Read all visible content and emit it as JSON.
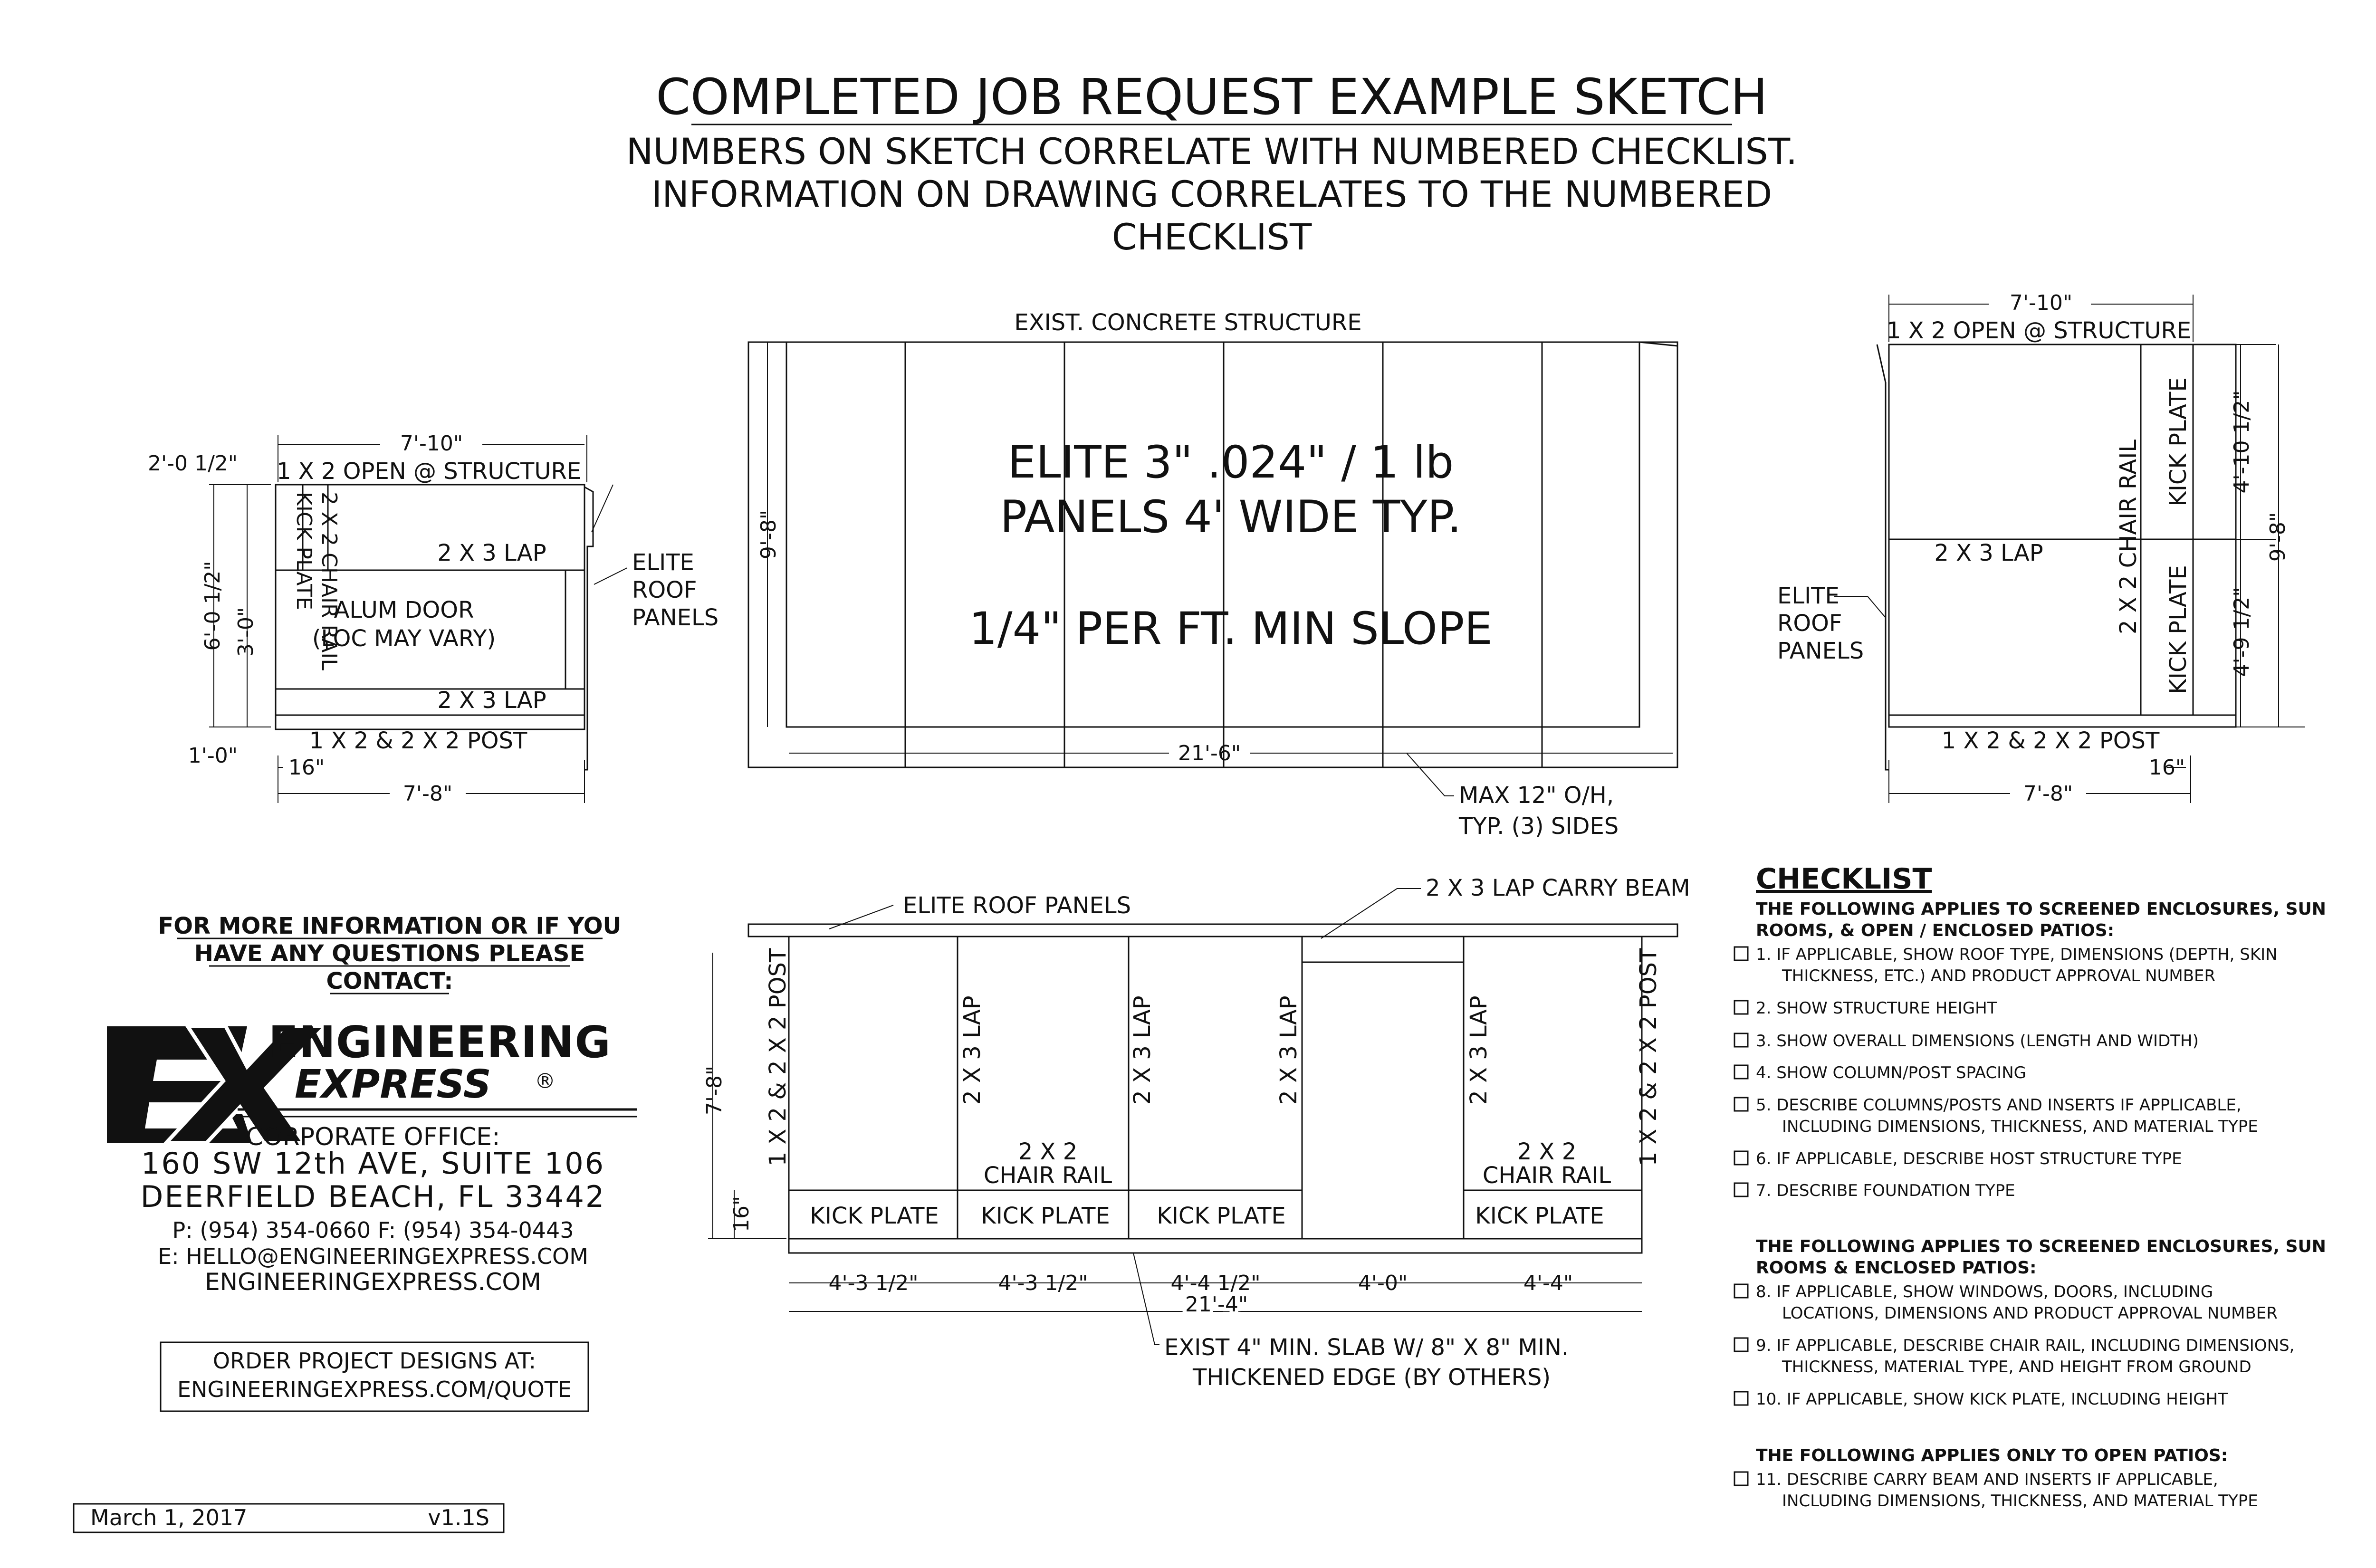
{
  "header": {
    "title": "COMPLETED JOB REQUEST EXAMPLE SKETCH",
    "subtitle_1": "NUMBERS ON SKETCH CORRELATE WITH NUMBERED CHECKLIST.",
    "subtitle_2": "INFORMATION ON DRAWING CORRELATES TO THE NUMBERED",
    "subtitle_3": "CHECKLIST"
  },
  "left_elevation": {
    "dim_top_width": "7'-10\"",
    "open_structure": "1 X 2 OPEN @ STRUCTURE",
    "dim_height_total": "2'-0 1/2\"",
    "dim_6ft": "6'-0 1/2\"",
    "dim_3ft": "3'-0\"",
    "dim_1ft": "1'-0\"",
    "kick_plate": "KICK PLATE",
    "chair_rail": "2 X 2 CHAIR RAIL",
    "lap_upper": "2 X 3 LAP",
    "alum_door": "ALUM DOOR",
    "loc_may_vary": "(LOC MAY VARY)",
    "lap_lower": "2 X 3 LAP",
    "post": "1 X 2 & 2 X 2 POST",
    "dim_16": "16\"",
    "dim_bottom_width": "7'-8\"",
    "elite_roof_1": "ELITE",
    "elite_roof_2": "ROOF",
    "elite_roof_3": "PANELS"
  },
  "plan": {
    "exist_structure": "EXIST.  CONCRETE STRUCTURE",
    "panel_line_1": "ELITE 3\" .024\" / 1 lb",
    "panel_line_2": "PANELS 4' WIDE TYP.",
    "slope": "1/4\" PER FT. MIN SLOPE",
    "dim_depth": "9'-8\"",
    "dim_width": "21'-6\"",
    "max_oh_1": "MAX 12\" O/H,",
    "max_oh_2": "TYP. (3) SIDES"
  },
  "right_elevation": {
    "dim_top_width": "7'-10\"",
    "open_structure": "1 X 2 OPEN @ STRUCTURE",
    "kick_plate_upper": "KICK PLATE",
    "kick_plate_lower": "KICK PLATE",
    "chair_rail": "2 X 2 CHAIR RAIL",
    "lap": "2 X 3 LAP",
    "elite_roof_1": "ELITE",
    "elite_roof_2": "ROOF",
    "elite_roof_3": "PANELS",
    "dim_upper": "4'-10 1/2\"",
    "dim_total": "9'-8\"",
    "dim_lower": "4'-9 1/2\"",
    "post": "1 X 2 & 2 X 2 POST",
    "dim_16": "16\"",
    "dim_bottom_width": "7'-8\""
  },
  "front_elevation": {
    "elite_roof": "ELITE ROOF PANELS",
    "carry_beam": "2 X 3 LAP CARRY BEAM",
    "dim_height": "7'-8\"",
    "dim_16": "16\"",
    "post_left": "1 X 2 & 2 X 2 POST",
    "post_right": "1 X 2 & 2 X 2 POST",
    "lap_labels": [
      "2 X 3 LAP",
      "2 X 3 LAP",
      "2 X 3 LAP",
      "2 X 3 LAP"
    ],
    "chair_rail_top": "2 X 2",
    "chair_rail_bottom": "CHAIR RAIL",
    "kick_plates": [
      "KICK PLATE",
      "KICK PLATE",
      "KICK PLATE",
      "KICK PLATE"
    ],
    "bay_dims": [
      "4'-3 1/2\"",
      "4'-3 1/2\"",
      "4'-4 1/2\"",
      "4'-0\"",
      "4'-4\""
    ],
    "dim_total": "21'-4\"",
    "slab_1": "EXIST 4\" MIN. SLAB W/ 8\" X 8\" MIN.",
    "slab_2": "THICKENED EDGE (BY OTHERS)"
  },
  "contact": {
    "heading_1": "FOR MORE INFORMATION OR IF YOU",
    "heading_2": "HAVE ANY QUESTIONS PLEASE",
    "heading_3": "CONTACT:",
    "logo_mark": "EX",
    "logo_word_1": "ENGINEERING",
    "logo_word_2": "EXPRESS",
    "logo_reg": "®",
    "corp_office": "CORPORATE OFFICE:",
    "address_1": "160 SW 12th AVE, SUITE 106",
    "address_2": "DEERFIELD BEACH, FL 33442",
    "phone": "P: (954) 354-0660   F: (954) 354-0443",
    "email": "E: HELLO@ENGINEERINGEXPRESS.COM",
    "web": "ENGINEERINGEXPRESS.COM",
    "order_1": "ORDER PROJECT DESIGNS AT:",
    "order_2": "ENGINEERINGEXPRESS.COM/QUOTE"
  },
  "footer": {
    "date": "March 1, 2017",
    "version": "v1.1S"
  },
  "checklist": {
    "title": "CHECKLIST",
    "section_1_a": "THE FOLLOWING APPLIES TO SCREENED ENCLOSURES, SUN",
    "section_1_b": "ROOMS, & OPEN / ENCLOSED PATIOS:",
    "item_1_a": "1.  IF APPLICABLE, SHOW ROOF TYPE, DIMENSIONS (DEPTH, SKIN",
    "item_1_b": "THICKNESS, ETC.) AND PRODUCT APPROVAL NUMBER",
    "item_2": "2.  SHOW STRUCTURE HEIGHT",
    "item_3": "3.  SHOW OVERALL DIMENSIONS (LENGTH AND WIDTH)",
    "item_4": "4.  SHOW COLUMN/POST SPACING",
    "item_5_a": "5.  DESCRIBE COLUMNS/POSTS AND INSERTS IF APPLICABLE,",
    "item_5_b": "INCLUDING DIMENSIONS, THICKNESS, AND MATERIAL TYPE",
    "item_6": "6.  IF APPLICABLE, DESCRIBE HOST STRUCTURE TYPE",
    "item_7": "7.  DESCRIBE FOUNDATION TYPE",
    "section_2_a": "THE FOLLOWING APPLIES TO SCREENED ENCLOSURES, SUN",
    "section_2_b": "ROOMS & ENCLOSED PATIOS:",
    "item_8_a": "8.  IF APPLICABLE, SHOW WINDOWS, DOORS, INCLUDING",
    "item_8_b": "LOCATIONS, DIMENSIONS AND PRODUCT APPROVAL NUMBER",
    "item_9_a": "9.  IF APPLICABLE, DESCRIBE CHAIR RAIL, INCLUDING DIMENSIONS,",
    "item_9_b": "THICKNESS, MATERIAL TYPE, AND HEIGHT FROM GROUND",
    "item_10": "10.  IF APPLICABLE, SHOW KICK PLATE, INCLUDING HEIGHT",
    "section_3": "THE FOLLOWING APPLIES ONLY TO OPEN PATIOS:",
    "item_11_a": "11.  DESCRIBE CARRY BEAM AND INSERTS IF APPLICABLE,",
    "item_11_b": "INCLUDING DIMENSIONS, THICKNESS, AND MATERIAL TYPE"
  }
}
